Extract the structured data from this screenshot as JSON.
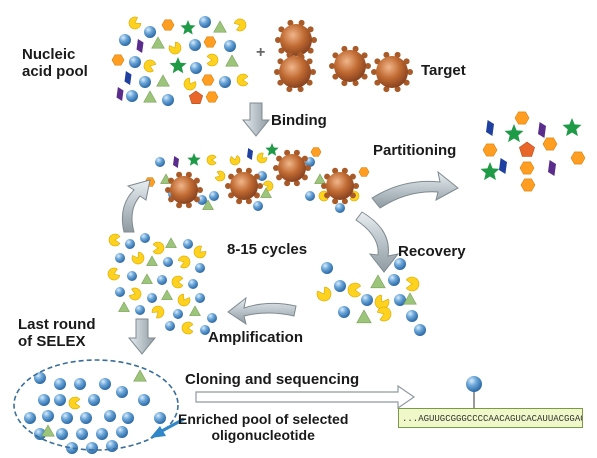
{
  "labels": {
    "nucleic_acid_pool_line1": "Nucleic",
    "nucleic_acid_pool_line2": "acid pool",
    "plus": "+",
    "target": "Target",
    "binding": "Binding",
    "partitioning": "Partitioning",
    "cycles": "8-15 cycles",
    "recovery": "Recovery",
    "amplification": "Amplification",
    "last_round_line1": "Last round",
    "last_round_line2": "of SELEX",
    "cloning": "Cloning and sequencing",
    "enriched_line1": "Enriched pool of selected",
    "enriched_line2": "oligonucleotide",
    "sequence": "...AGUUGCGGGCCCCAACAGUCACAUUACGGAGU..."
  },
  "colors": {
    "sphere": "#4d8fc9",
    "pacman": "#ffd21f",
    "triangle": "#9cc47a",
    "hexagon": "#ff9e20",
    "star": "#1f9a46",
    "pentagon": "#e8662a",
    "parallelogram_purple": "#5a2d8c",
    "parallelogram_blue": "#2040a0",
    "target": "#b3652f",
    "arrow": "#b9c3c9",
    "dashed_ellipse": "#3a6f9a",
    "pointer_arrow": "#2f86c8"
  },
  "icons": [
    "sphere-icon",
    "pacman-icon",
    "triangle-icon",
    "hexagon-icon",
    "star-icon",
    "pentagon-icon",
    "parallelogram-icon",
    "target-molecule-icon",
    "process-arrow-icon"
  ]
}
